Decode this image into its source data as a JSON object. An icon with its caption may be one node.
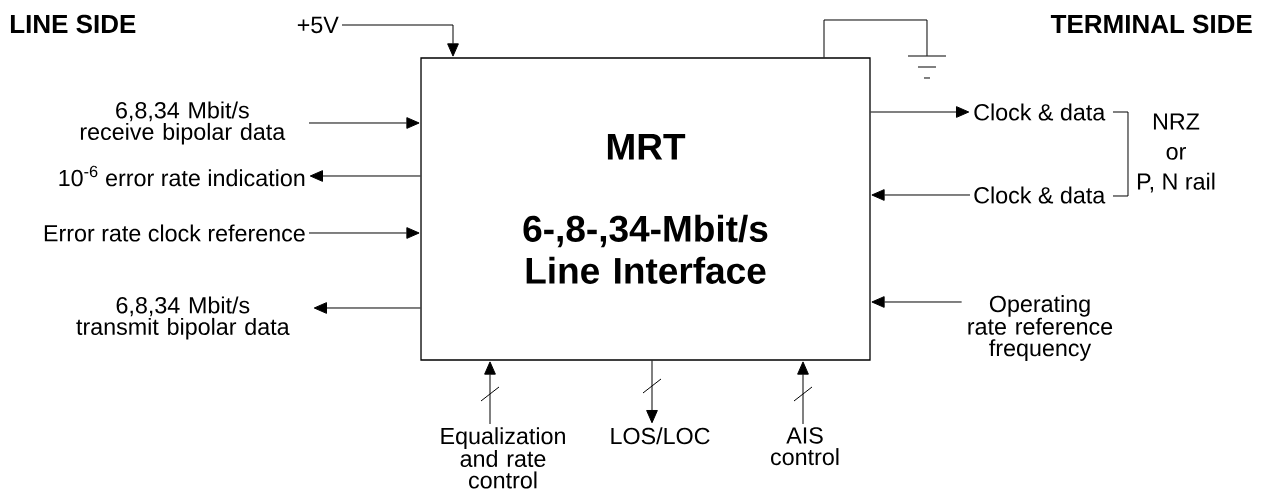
{
  "diagram": {
    "nodes": [
      {
        "text": [
          "MRT",
          "6-,8-,34-Mbit/s Line Interface"
        ]
      },
      {
        "text": [
          "+5V"
        ]
      },
      {
        "text": [
          "6,8,34 Mbit/s receive bipolar data"
        ]
      },
      {
        "text": [
          "10$^{-6}$ error rate indication"
        ]
      },
      {
        "text": [
          "Error rate clock reference"
        ]
      },
      {
        "text": [
          "6,8,34 Mbit/s transmit bipolar data"
        ]
      },
      {
        "text": [
          "Clock & data"
        ]
      },
      {
        "text": [
          "Clock & data"
        ]
      },
      {
        "text": [
          "Operating rate reference frequency"
        ]
      },
      {
        "text": [
          "Equalization and rate control"
        ]
      },
      {
        "text": [
          "LOS/LOC"
        ]
      },
      {
        "text": [
          "AIS control"
        ]
      },
      {
        "text": [],
        "shape": "ground"
      }
    ],
    "edges": [
      {
        "from": 1,
        "to": 0,
        "arrow": "to"
      },
      {
        "from": 2,
        "to": 0,
        "arrow": "to"
      },
      {
        "from": 0,
        "to": 3,
        "arrow": "to"
      },
      {
        "from": 4,
        "to": 0,
        "arrow": "to"
      },
      {
        "from": 0,
        "to": 5,
        "arrow": "to"
      },
      {
        "from": 0,
        "to": 6,
        "arrow": "to"
      },
      {
        "from": 7,
        "to": 0,
        "arrow": "to"
      },
      {
        "from": 8,
        "to": 0,
        "arrow": "to"
      },
      {
        "from": 9,
        "to": 0,
        "arrow": "to"
      },
      {
        "from": 0,
        "to": 10,
        "arrow": "to"
      },
      {
        "from": 11,
        "to": 0,
        "arrow": "to"
      },
      {
        "from": 0,
        "to": 12,
        "arrow": "none"
      }
    ],
    "labels": [
      "LINE SIDE",
      "TERMINAL SIDE",
      "NRZ or P, N rail"
    ]
  }
}
